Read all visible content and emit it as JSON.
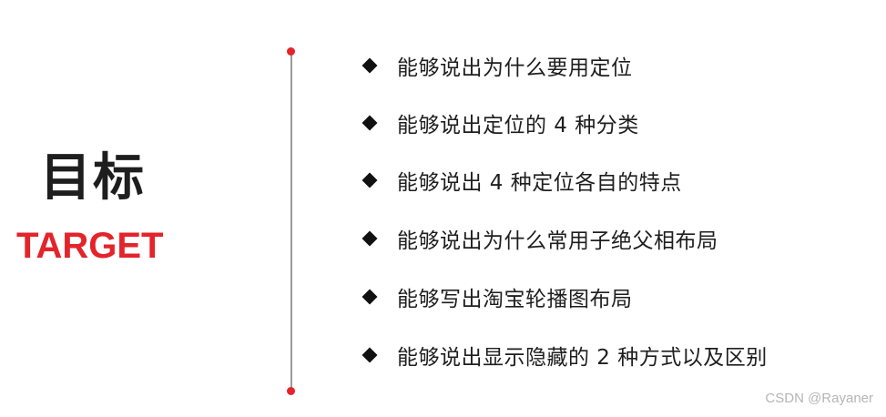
{
  "title": {
    "cn": "目标",
    "en": "TARGET"
  },
  "items": [
    {
      "text": "能够说出为什么要用定位"
    },
    {
      "text": "能够说出定位的 4 种分类"
    },
    {
      "text": "能够说出 4 种定位各自的特点"
    },
    {
      "text": "能够说出为什么常用子绝父相布局"
    },
    {
      "text": "能够写出淘宝轮播图布局"
    },
    {
      "text": "能够说出显示隐藏的 2 种方式以及区别"
    }
  ],
  "bullet_icon": "diamond-bullet-icon",
  "watermark": "CSDN @Rayaner",
  "colors": {
    "accent": "#e3242b",
    "text": "#1e1e1e",
    "divider": "#9a9a9a",
    "watermark": "#b5b5b5"
  }
}
